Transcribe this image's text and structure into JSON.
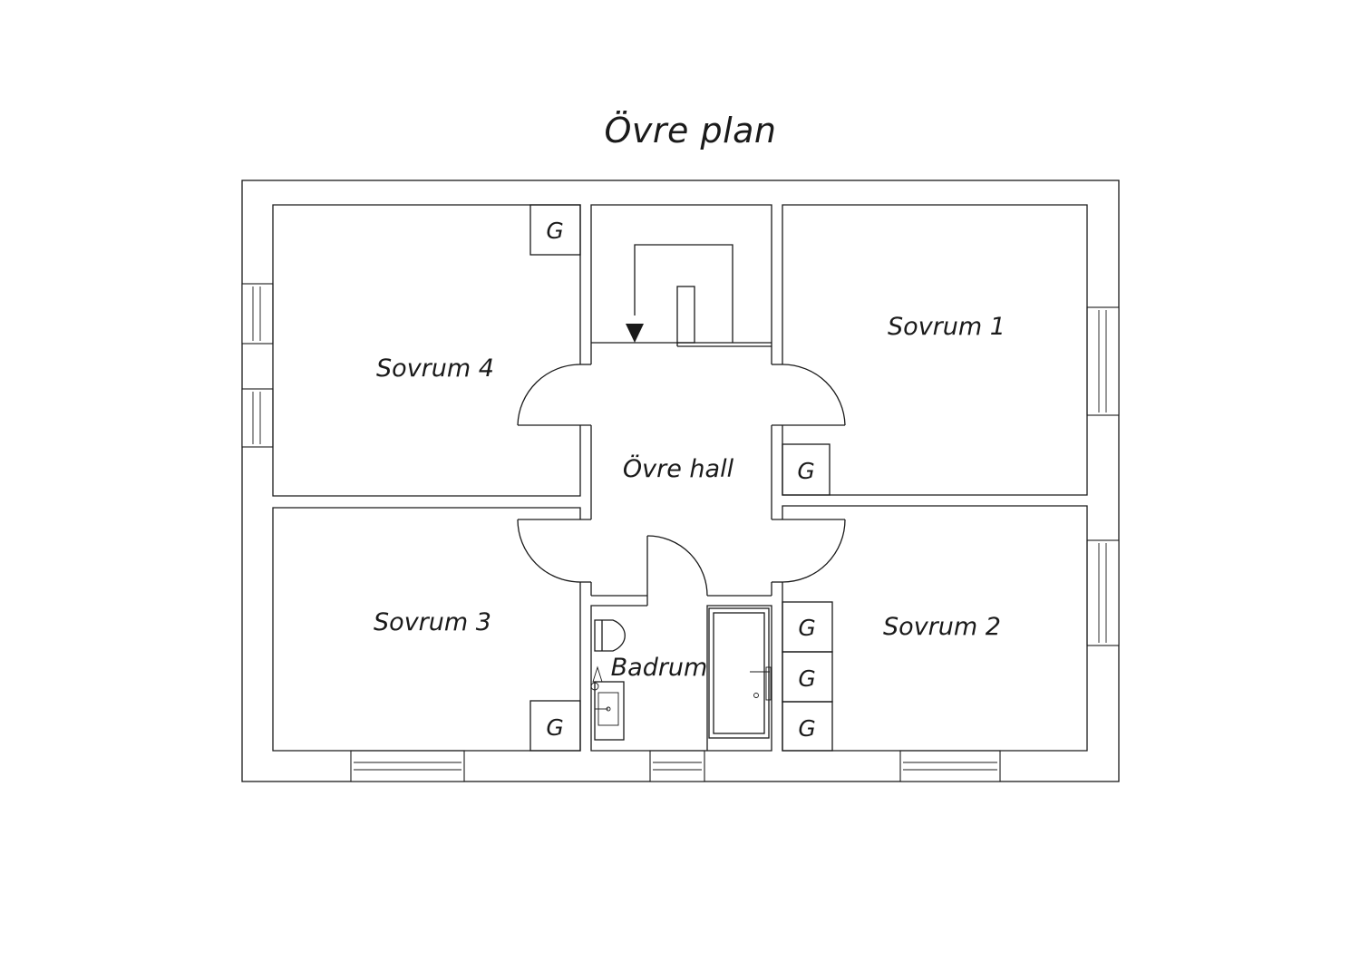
{
  "title": "Övre plan",
  "rooms": {
    "sovrum_4": "Sovrum 4",
    "sovrum_1": "Sovrum 1",
    "sovrum_3": "Sovrum 3",
    "sovrum_2": "Sovrum 2",
    "ovre_hall": "Övre hall",
    "badrum": "Badrum"
  },
  "closet_label": "G",
  "colors": {
    "line": "#1a1a1a",
    "background": "#ffffff"
  },
  "icons": [
    "stair-arrow-icon",
    "toilet-icon",
    "sink-icon",
    "bathtub-icon"
  ]
}
